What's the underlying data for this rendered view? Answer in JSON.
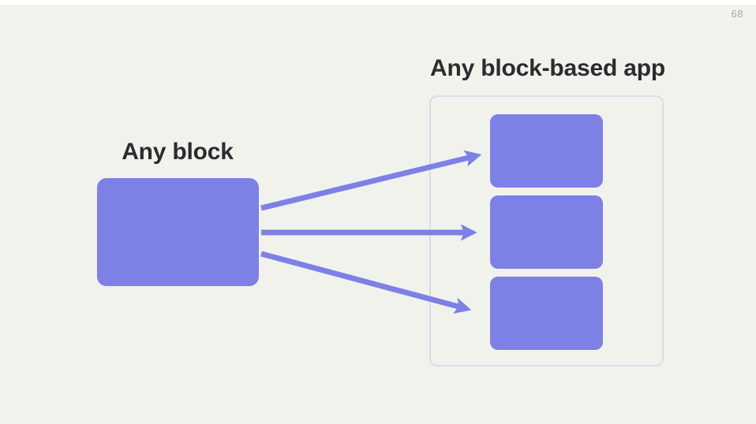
{
  "page_number": "68",
  "colors": {
    "bg": "#F1F2EC",
    "accent": "#7D80E5",
    "panel-border": "#D9DDEA",
    "text": "#2B2C2F",
    "muted": "#A9A9A9",
    "top-strip": "#FFFFFF"
  },
  "diagram": {
    "source_label": "Any block",
    "target_title": "Any block-based app",
    "source_block_count": 1,
    "app_block_count": 3,
    "arrow_count": 3
  }
}
